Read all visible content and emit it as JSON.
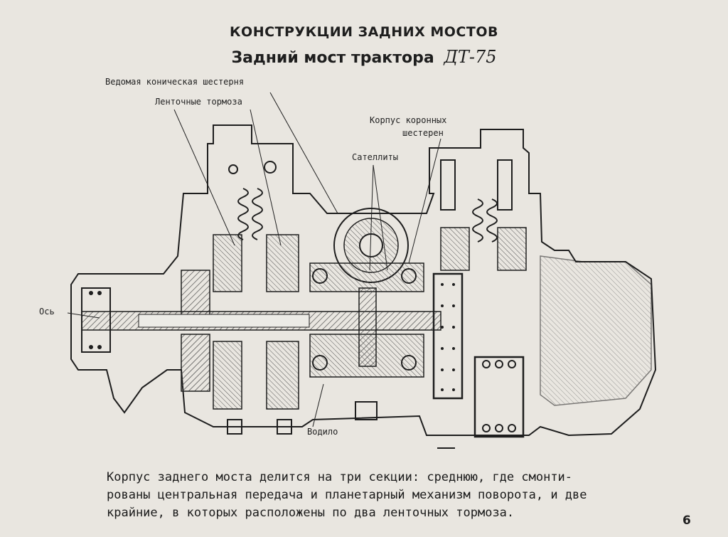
{
  "header": {
    "title": "КОНСТРУКЦИИ ЗАДНИХ МОСТОВ",
    "subtitle": "Задний мост трактора",
    "model": "ДТ-75"
  },
  "labels": {
    "driven_bevel_gear": "Ведомая коническая шестерня",
    "band_brakes": "Ленточные тормоза",
    "crown_gear_housing_line1": "Корпус коронных",
    "crown_gear_housing_line2": "шестерен",
    "satellites": "Сателлиты",
    "axle": "Ось",
    "carrier": "Водило"
  },
  "caption": {
    "line1": "Корпус заднего моста делится на три секции: среднюю, где смонти-",
    "line2": "рованы центральная передача и планетарный механизм поворота, и две",
    "line3": "крайние, в которых расположены по два ленточных тормоза."
  },
  "page_number": "6",
  "colors": {
    "background": "#e9e6e0",
    "ink": "#1e1e1e",
    "hatch": "#4a4a4a"
  }
}
